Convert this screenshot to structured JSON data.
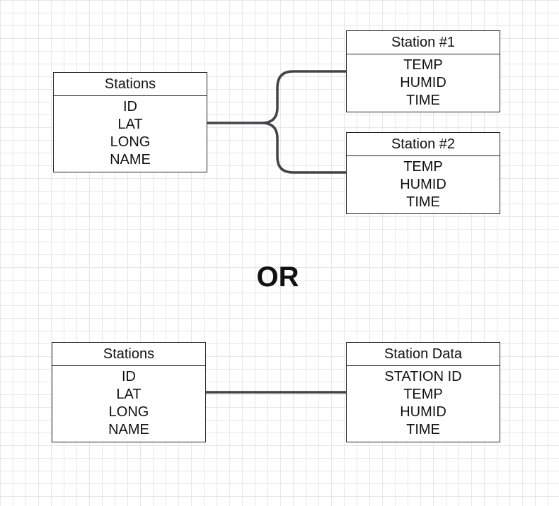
{
  "top": {
    "stations": {
      "title": "Stations",
      "fields": [
        "ID",
        "LAT",
        "LONG",
        "NAME"
      ]
    },
    "station1": {
      "title": "Station #1",
      "fields": [
        "TEMP",
        "HUMID",
        "TIME"
      ]
    },
    "station2": {
      "title": "Station #2",
      "fields": [
        "TEMP",
        "HUMID",
        "TIME"
      ]
    }
  },
  "separator": "OR",
  "bottom": {
    "stations": {
      "title": "Stations",
      "fields": [
        "ID",
        "LAT",
        "LONG",
        "NAME"
      ]
    },
    "station_data": {
      "title": "Station Data",
      "fields": [
        "STATION ID",
        "TEMP",
        "HUMID",
        "TIME"
      ]
    }
  }
}
